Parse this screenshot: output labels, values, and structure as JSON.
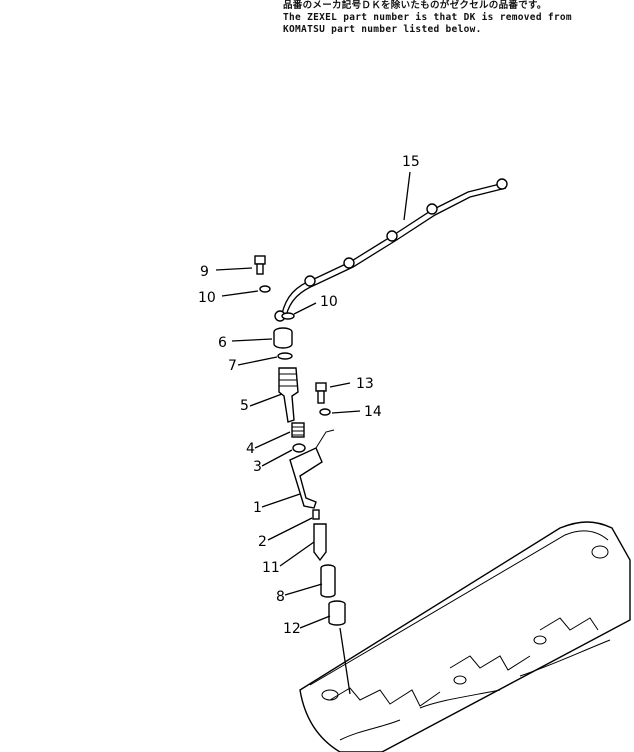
{
  "note": {
    "line1": "品番のメーカ記号ＤＫを除いたものがゼクセルの品番です。",
    "line2": "The ZEXEL part number is that DK is removed from",
    "line3": "KOMATSU part number listed below."
  },
  "callouts": [
    {
      "id": "c15",
      "text": "15"
    },
    {
      "id": "c9",
      "text": "9"
    },
    {
      "id": "c10a",
      "text": "10"
    },
    {
      "id": "c10b",
      "text": "10"
    },
    {
      "id": "c6",
      "text": "6"
    },
    {
      "id": "c7",
      "text": "7"
    },
    {
      "id": "c5",
      "text": "5"
    },
    {
      "id": "c13",
      "text": "13"
    },
    {
      "id": "c14",
      "text": "14"
    },
    {
      "id": "c4",
      "text": "4"
    },
    {
      "id": "c3",
      "text": "3"
    },
    {
      "id": "c1",
      "text": "1"
    },
    {
      "id": "c2",
      "text": "2"
    },
    {
      "id": "c11",
      "text": "11"
    },
    {
      "id": "c8",
      "text": "8"
    },
    {
      "id": "c12",
      "text": "12"
    }
  ]
}
